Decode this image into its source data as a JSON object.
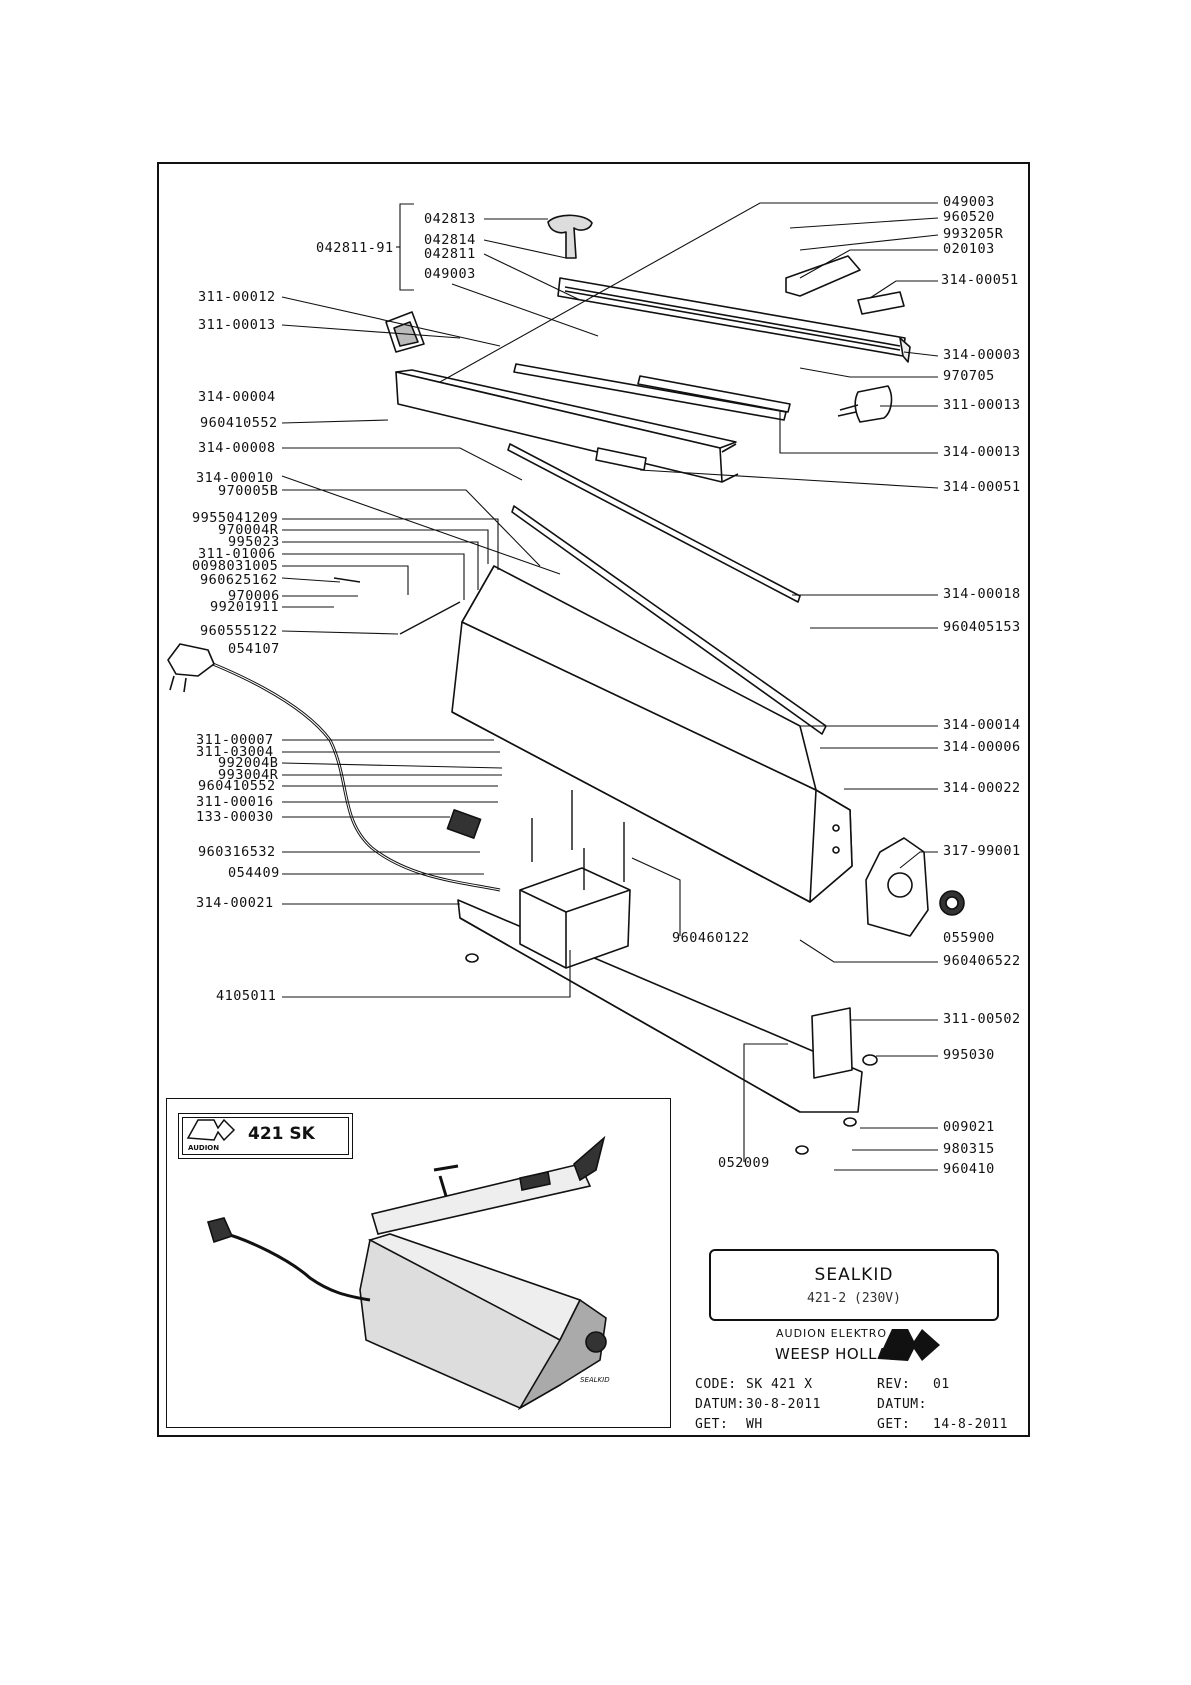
{
  "drawing": {
    "part_labels_left": [
      "311-00012",
      "311-00013",
      "314-00004",
      "960410552",
      "314-00008",
      "314-00010",
      "970005B",
      "9955041209",
      "970004R",
      "995023",
      "311-01006",
      "0098031005",
      "960625162",
      "970006",
      "99201911",
      "960555122",
      "054107",
      "311-00007",
      "311-03004",
      "992004B",
      "993004R",
      "960410552",
      "311-00016",
      "133-00030",
      "960316532",
      "054409",
      "314-00021",
      "4105011"
    ],
    "group_label": "042811-91",
    "group_members": [
      "042813",
      "042814",
      "042811",
      "049003"
    ],
    "part_labels_right": [
      "049003",
      "960520",
      "993205R",
      "020103",
      "314-00051",
      "314-00003",
      "970705",
      "311-00013",
      "314-00013",
      "314-00051",
      "314-00018",
      "960405153",
      "314-00014",
      "314-00006",
      "314-00022",
      "317-99001",
      "055900",
      "960406522",
      "311-00502",
      "995030",
      "009021",
      "980315",
      "960410"
    ],
    "part_labels_inner": [
      "960460122",
      "052009"
    ]
  },
  "inset": {
    "badge_model": "421 SK",
    "badge_brand": "AUDION",
    "housing_label": "SEALKID"
  },
  "title_block": {
    "product": "SEALKID",
    "model": "421-2 (230V)",
    "maker_line1": "AUDION ELEKTRO",
    "maker_line2": "WEESP HOLLAND",
    "code_label": "CODE:",
    "code_value": "SK 421 X",
    "datum_label": "DATUM:",
    "datum_value": "30-8-2011",
    "get_label": "GET:",
    "get_value": "WH",
    "rev_label": "REV:",
    "rev_value": "01",
    "datum2_label": "DATUM:",
    "datum2_value": "",
    "get2_label": "GET:",
    "get2_value": "14-8-2011"
  }
}
